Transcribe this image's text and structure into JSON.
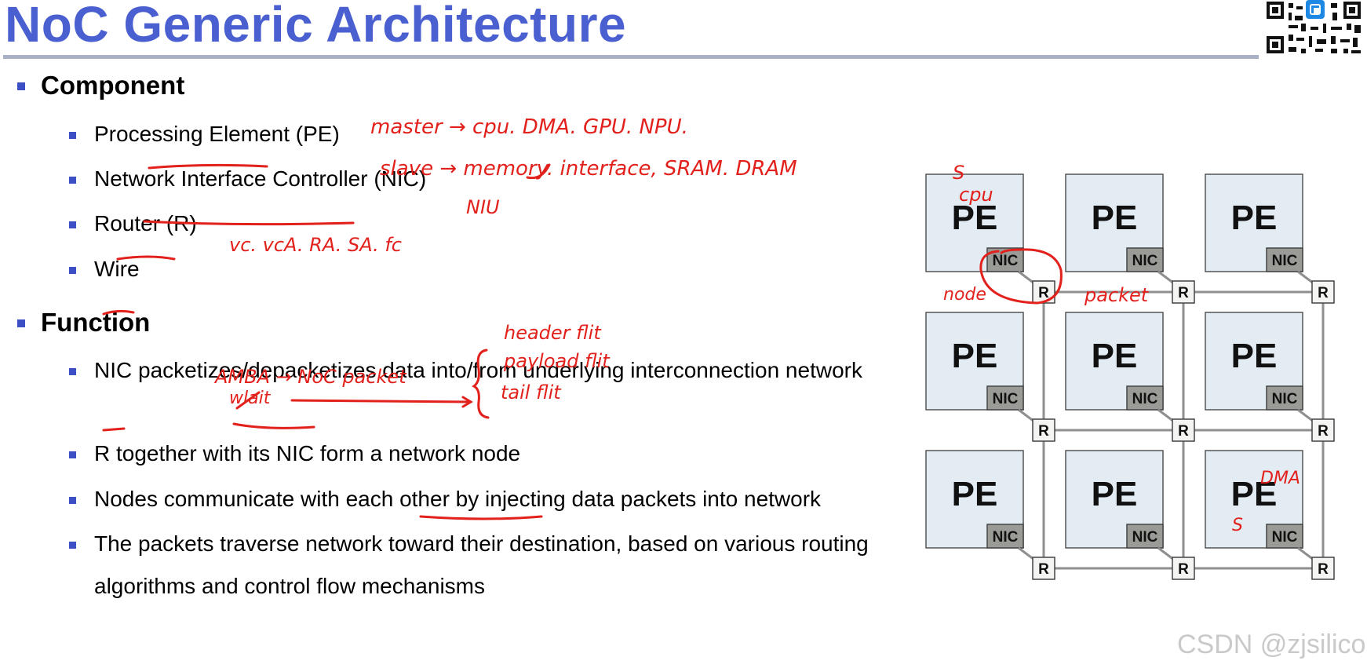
{
  "title": "NoC Generic Architecture",
  "sections": [
    {
      "heading": "Component",
      "items": [
        "Processing Element (PE)",
        "Network Interface Controller (NIC)",
        "Router (R)",
        "Wire"
      ]
    },
    {
      "heading": "Function",
      "items": [
        "NIC packetizes/depacketizes data into/from underlying interconnection network",
        "R together with its NIC form a network node",
        "Nodes communicate with each other by injecting data packets into network",
        "The packets traverse network toward their destination, based on various routing algorithms and control flow mechanisms"
      ]
    }
  ],
  "diagram": {
    "pe_label": "PE",
    "nic_label": "NIC",
    "router_label": "R",
    "rows": 3,
    "cols": 3
  },
  "annotations": {
    "master": "master → cpu. DMA. GPU. NPU.",
    "slave": "slave → memory. interface, SRAM. DRAM",
    "nic_note": "NIU",
    "router_note": "vc. vcA. RA. SA. fc",
    "amba": "AMBA → NoC packet",
    "wait": "wlait",
    "header_flit": "header flit",
    "payload_flit": "payload flit",
    "tail_flit": "tail flit",
    "pe_s": "S",
    "pe_cpu": "cpu",
    "node": "node",
    "packet": "packet",
    "dma": "DMA",
    "pe_s2": "S"
  },
  "watermark": "CSDN @zjsilicon",
  "colors": {
    "title": "#4a5fd0",
    "bullet": "#3c4fc4",
    "ink": "#e2211c",
    "pe_fill": "#e3ebf3",
    "nic_fill": "#9a9a96"
  }
}
